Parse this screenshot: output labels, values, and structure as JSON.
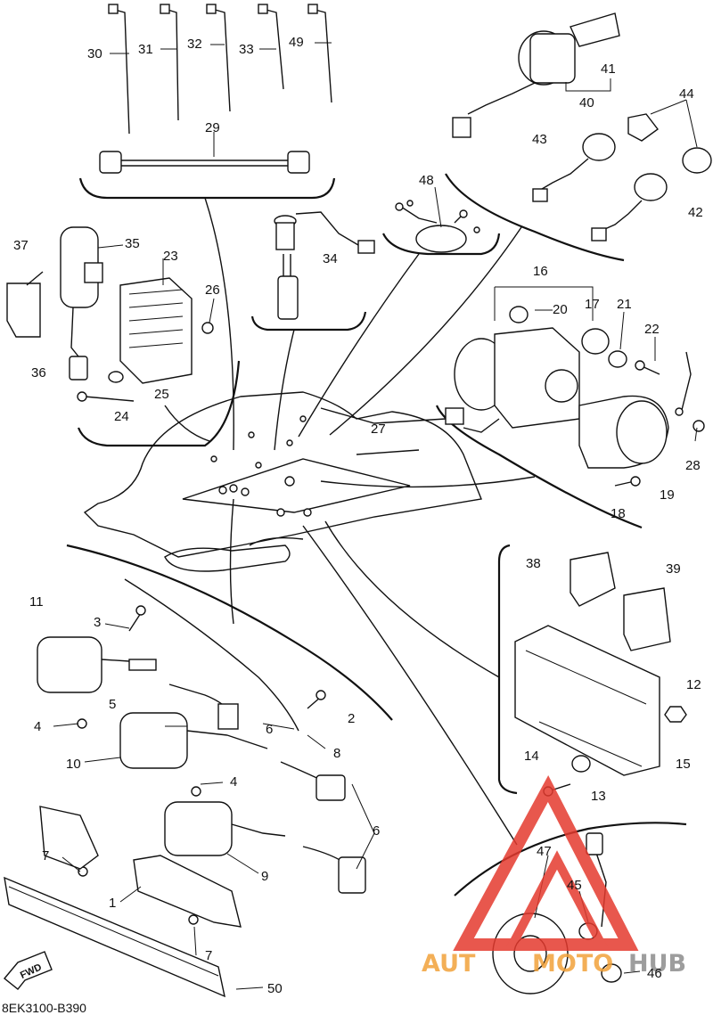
{
  "diagram": {
    "code": "8EK3100-B390",
    "fwd_label": "FWD",
    "watermark": {
      "part1": "AUT",
      "part2": "MOTO",
      "part3": "HUB",
      "color_red": "#e53a2e",
      "color_orange": "#f2a23a",
      "color_gray": "#8c8c8c"
    },
    "callouts": {
      "c1": "1",
      "c2": "2",
      "c3": "3",
      "c4a": "4",
      "c4b": "4",
      "c5": "5",
      "c6a": "6",
      "c6b": "6",
      "c7a": "7",
      "c7b": "7",
      "c8": "8",
      "c9": "9",
      "c10": "10",
      "c11": "11",
      "c12": "12",
      "c13": "13",
      "c14": "14",
      "c15": "15",
      "c16": "16",
      "c17": "17",
      "c18": "18",
      "c19": "19",
      "c20": "20",
      "c21": "21",
      "c22": "22",
      "c23": "23",
      "c24": "24",
      "c25": "25",
      "c26": "26",
      "c27": "27",
      "c28": "28",
      "c29": "29",
      "c30": "30",
      "c31": "31",
      "c32": "32",
      "c33": "33",
      "c34": "34",
      "c35": "35",
      "c36": "36",
      "c37": "37",
      "c38": "38",
      "c39": "39",
      "c40": "40",
      "c41": "41",
      "c42": "42",
      "c43": "43",
      "c44": "44",
      "c45": "45",
      "c46": "46",
      "c47": "47",
      "c48": "48",
      "c49": "49",
      "c50": "50"
    }
  }
}
